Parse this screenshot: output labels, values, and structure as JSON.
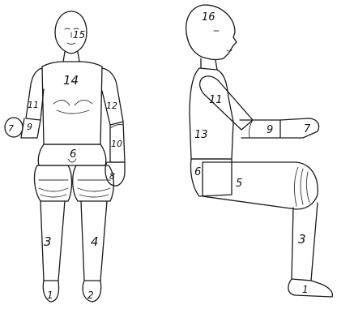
{
  "front_view": {
    "labels": {
      "head": "15",
      "torso": "14",
      "right_upper_arm": "11",
      "left_upper_arm": "12",
      "right_hand": "7",
      "right_forearm": "9",
      "left_forearm": "10",
      "left_hand": "8",
      "pelvis": "6",
      "right_lower_leg": "3",
      "left_lower_leg": "4",
      "right_foot": "1",
      "left_foot": "2"
    }
  },
  "side_view": {
    "labels": {
      "head": "16",
      "upper_arm": "11",
      "back": "13",
      "forearm": "9",
      "hand": "7",
      "pelvis": "6",
      "thigh": "5",
      "lower_leg": "3",
      "foot": "1"
    }
  }
}
